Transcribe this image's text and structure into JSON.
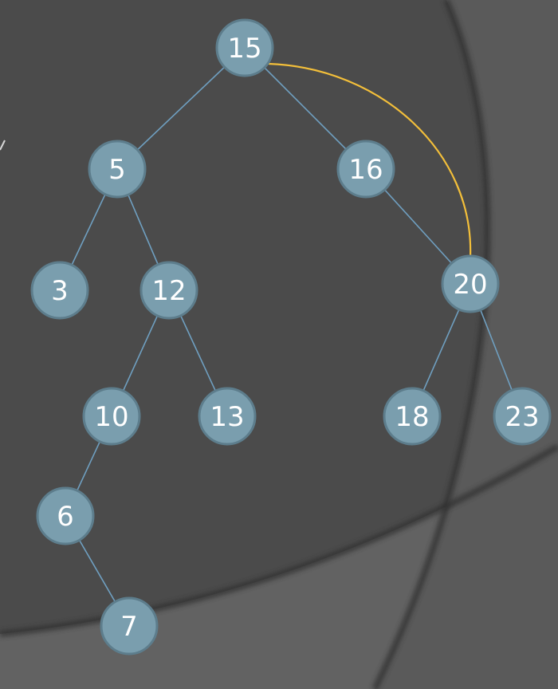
{
  "diagram": {
    "colors": {
      "background": "#4b4b4b",
      "node_fill": "#7a9eae",
      "node_stroke": "#5d7d8c",
      "node_text": "#ffffff",
      "edge": "#6f9fc0",
      "highlight_edge": "#f3bf3a"
    },
    "nodes": [
      {
        "id": "n15",
        "label": "15"
      },
      {
        "id": "n5",
        "label": "5"
      },
      {
        "id": "n16",
        "label": "16"
      },
      {
        "id": "n3",
        "label": "3"
      },
      {
        "id": "n12",
        "label": "12"
      },
      {
        "id": "n20",
        "label": "20"
      },
      {
        "id": "n10",
        "label": "10"
      },
      {
        "id": "n13",
        "label": "13"
      },
      {
        "id": "n18",
        "label": "18"
      },
      {
        "id": "n23",
        "label": "23"
      },
      {
        "id": "n6",
        "label": "6"
      },
      {
        "id": "n7",
        "label": "7"
      }
    ],
    "edges": [
      {
        "from": "n15",
        "to": "n5"
      },
      {
        "from": "n15",
        "to": "n16"
      },
      {
        "from": "n5",
        "to": "n3"
      },
      {
        "from": "n5",
        "to": "n12"
      },
      {
        "from": "n16",
        "to": "n20"
      },
      {
        "from": "n12",
        "to": "n10"
      },
      {
        "from": "n12",
        "to": "n13"
      },
      {
        "from": "n20",
        "to": "n18"
      },
      {
        "from": "n20",
        "to": "n23"
      },
      {
        "from": "n10",
        "to": "n6"
      },
      {
        "from": "n6",
        "to": "n7"
      }
    ],
    "highlight_edges": [
      {
        "from": "n15",
        "to": "n20"
      }
    ]
  }
}
